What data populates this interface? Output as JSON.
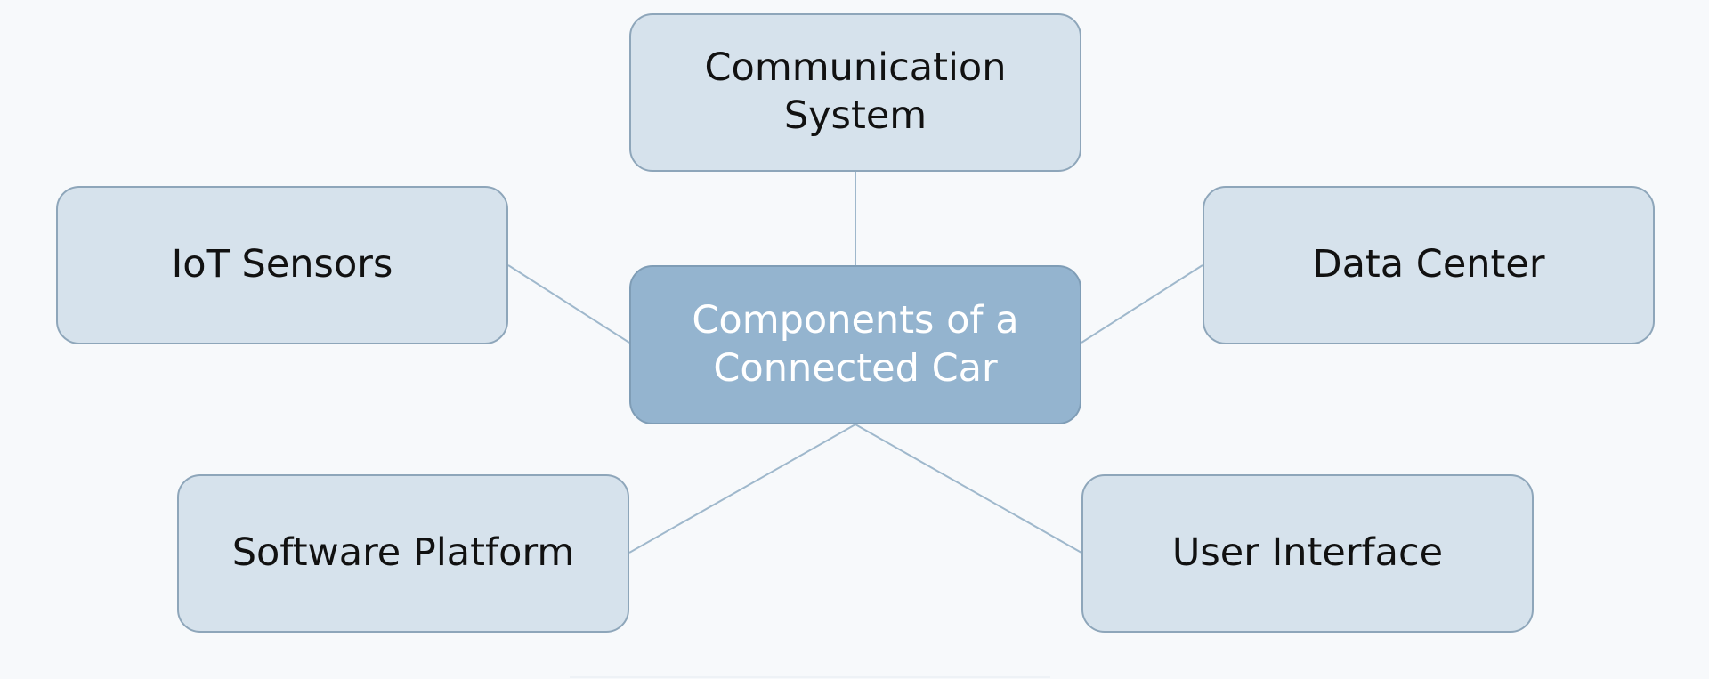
{
  "diagram": {
    "center": {
      "lines": [
        "Components of a",
        "Connected Car"
      ]
    },
    "nodes": {
      "communication": {
        "lines": [
          "Communication",
          "System"
        ]
      },
      "iot": {
        "label": "IoT Sensors"
      },
      "datacenter": {
        "label": "Data Center"
      },
      "software": {
        "label": "Software Platform"
      },
      "ui": {
        "label": "User Interface"
      }
    },
    "colors": {
      "node_fill": "#d6e2ec",
      "center_fill": "#94b4cf",
      "connector": "#9fb8cc",
      "background": "#f7f9fb"
    }
  }
}
